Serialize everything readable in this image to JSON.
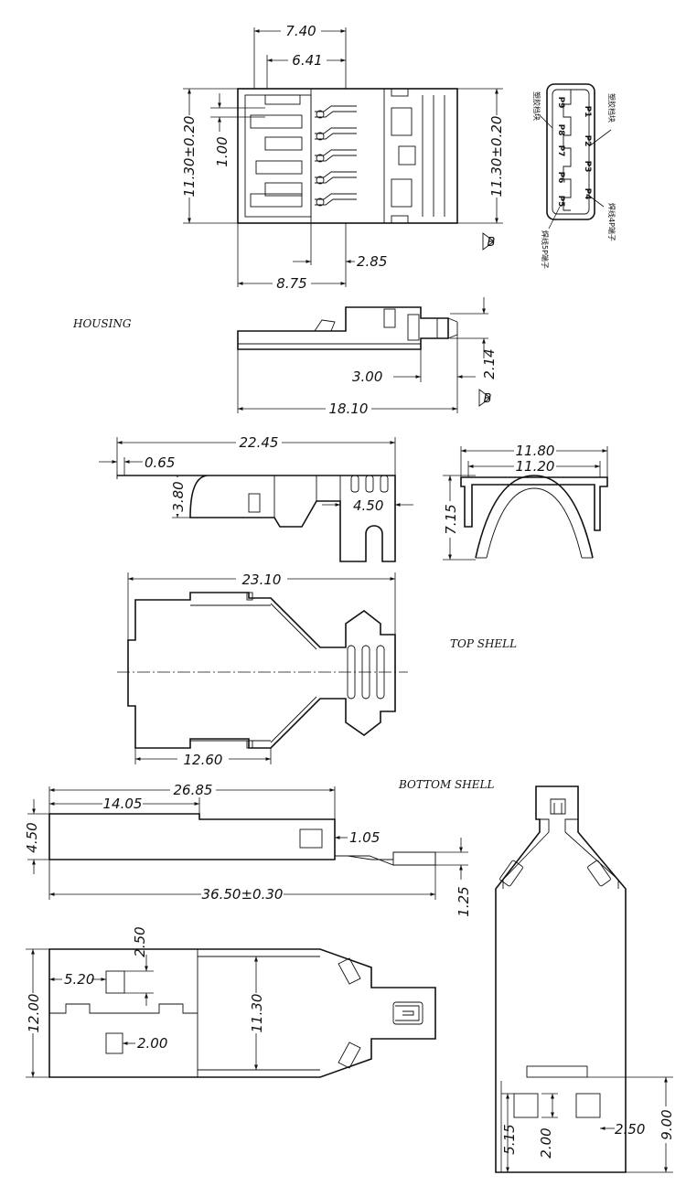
{
  "labels": {
    "housing": "HOUSING",
    "top_shell": "TOP SHELL",
    "bottom_shell": "BOTTOM SHELL"
  },
  "housing": {
    "d_740": "7.40",
    "d_641": "6.41",
    "d_100": "1.00",
    "d_1130_left": "11.30±0.20",
    "d_1130_right": "11.30±0.20",
    "d_285": "2.85",
    "d_875": "8.75",
    "d_214": "2.14",
    "d_300": "3.00",
    "d_1810": "18.10",
    "pins": [
      "P1",
      "P2",
      "P3",
      "P4",
      "P5",
      "P6",
      "P7",
      "P8",
      "P9"
    ],
    "cn_1": "塑胶档块",
    "cn_2": "塑胶档块",
    "cn_3": "焊线5P端子",
    "cn_4": "焊线4P端子"
  },
  "top_shell": {
    "d_2245": "22.45",
    "d_065": "0.65",
    "d_380": "3.80",
    "d_450": "4.50",
    "d_1180": "11.80",
    "d_1120": "11.20",
    "d_715": "7.15",
    "d_2310": "23.10",
    "d_1260": "12.60"
  },
  "bottom_shell": {
    "d_2685": "26.85",
    "d_1405": "14.05",
    "d_450": "4.50",
    "d_105": "1.05",
    "d_3650": "36.50±0.30",
    "d_125": "1.25",
    "d_250_top": "2.50",
    "d_520": "5.20",
    "d_1200": "12.00",
    "d_1130": "11.30",
    "d_200_left": "2.00",
    "d_515": "5.15",
    "d_200_right": "2.00",
    "d_250_right": "2.50",
    "d_900": "9.00"
  }
}
